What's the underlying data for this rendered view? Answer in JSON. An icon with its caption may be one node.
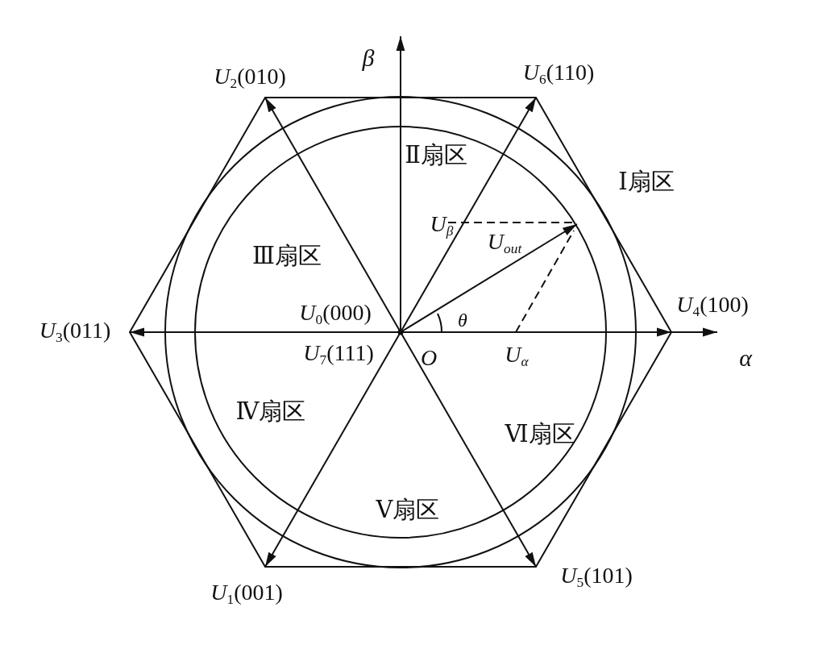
{
  "diagram": {
    "labels": [
      "β",
      "*U*$_{2}$(010)",
      "*U*$_{6}$(110)",
      "Ⅱ扇区",
      "Ⅰ扇区",
      "*U*$_{β}$",
      "*U*$_{out}$",
      "Ⅲ扇区",
      "*U*$_{0}$(000)",
      "θ",
      "*U*$_{3}$(011)",
      "*U*$_{4}$(100)",
      "α",
      "*U*$_{7}$(111)",
      "O",
      "*U*$_{α}$",
      "Ⅳ扇区",
      "Ⅵ扇区",
      "Ⅴ扇区",
      "*U*$_{1}$(001)",
      "*U*$_{5}$(101)"
    ]
  }
}
